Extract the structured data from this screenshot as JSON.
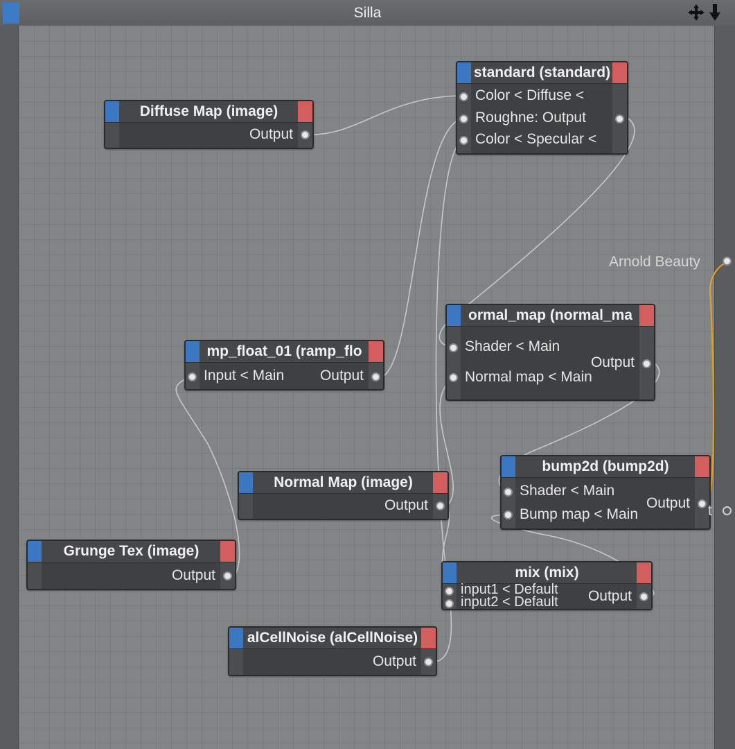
{
  "window": {
    "title": "Silla"
  },
  "icons": {
    "move": "move-arrows-icon",
    "down": "down-arrow-icon"
  },
  "colors": {
    "input_port": "#3c78c2",
    "output_port": "#d25e5e",
    "render_link": "#e8a21a"
  },
  "nodes": {
    "diffuse": {
      "title": "Diffuse Map (image)",
      "out": "Output"
    },
    "standard": {
      "title": "standard (standard)",
      "in1": "Color < Diffuse <",
      "in2": "Roughne: Output",
      "in3": "Color < Specular <"
    },
    "ramp": {
      "title": "mp_float_01 (ramp_flo",
      "in1": "Input < Main",
      "out": "Output"
    },
    "normalmap": {
      "title": "ormal_map (normal_ma",
      "in1": "Shader < Main",
      "in2": "Normal map < Main",
      "out": "Output"
    },
    "normalimg": {
      "title": "Normal Map (image)",
      "out": "Output"
    },
    "bump": {
      "title": "bump2d (bump2d)",
      "in1": "Shader < Main",
      "in2": "Bump map < Main",
      "out": "Output"
    },
    "grunge": {
      "title": "Grunge Tex (image)",
      "out": "Output"
    },
    "mix": {
      "title": "mix (mix)",
      "in1": "input1 < Default",
      "in2": "input2 < Default",
      "out": "Output"
    },
    "cellnoise": {
      "title": "alCellNoise (alCellNoise)",
      "out": "Output"
    }
  },
  "renderer": {
    "label": "Arnold Beauty",
    "partial": "t"
  }
}
